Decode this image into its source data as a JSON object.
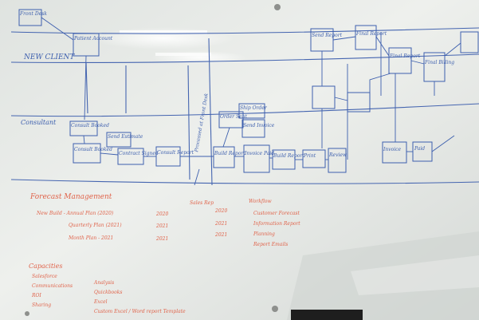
{
  "colors": {
    "board": "#e9ece8",
    "frame": "#9fa3a2",
    "marker_blue": "#3d5fae",
    "marker_red": "#e0634a"
  },
  "scribbles": {
    "top_box": "Front Desk",
    "account_box": "Patient Account",
    "lane_1": "NEW CLIENT",
    "lane_2": "Consultant",
    "box_a": "Consult Booked",
    "box_b": "Consult Booked",
    "box_c": "Send Estimate",
    "box_d": "Contract Signed",
    "box_e": "Consult Report",
    "vertical_note": "Processed at Front Desk",
    "box_f": "Build Report",
    "box_g": "Order Sent",
    "box_h": "Ship Order",
    "box_i": "Send Invoice",
    "box_j": "Invoice Paid",
    "box_k": "Build Report",
    "box_l": "Print",
    "box_m": "Review",
    "box_n": "Send Report",
    "box_o": "Final Report",
    "box_p": "Final Report",
    "box_q": "Final Billing",
    "box_r": "Invoice",
    "box_s": "Paid",
    "notes_title": "Forecast Management",
    "notes_line_1": "New Build - Annual Plan (2020)",
    "notes_line_2": "Quarterly Plan (2021)",
    "notes_line_3": "Month Plan - 2021",
    "notes_col_a_1": "2020",
    "notes_col_a_2": "2021",
    "notes_col_a_3": "2021",
    "notes_col_b_1": "Sales Rep",
    "notes_col_b_2": "2020",
    "notes_col_b_3": "2021",
    "notes_col_b_4": "2021",
    "notes_col_c_1": "Workflow",
    "notes_col_c_2": "Customer Forecast",
    "notes_col_c_3": "Information Report",
    "notes_col_c_4": "Planning",
    "notes_col_c_5": "Report Emails",
    "list_title": "Capacities",
    "list_1": "Salesforce",
    "list_2": "Communications",
    "list_3": "ROI",
    "list_4": "Sharing",
    "list_brace_1": "Analysis",
    "list_brace_2": "Quickbooks",
    "list_brace_3": "Excel",
    "list_brace_4": "Custom Excel / Word report Template"
  }
}
